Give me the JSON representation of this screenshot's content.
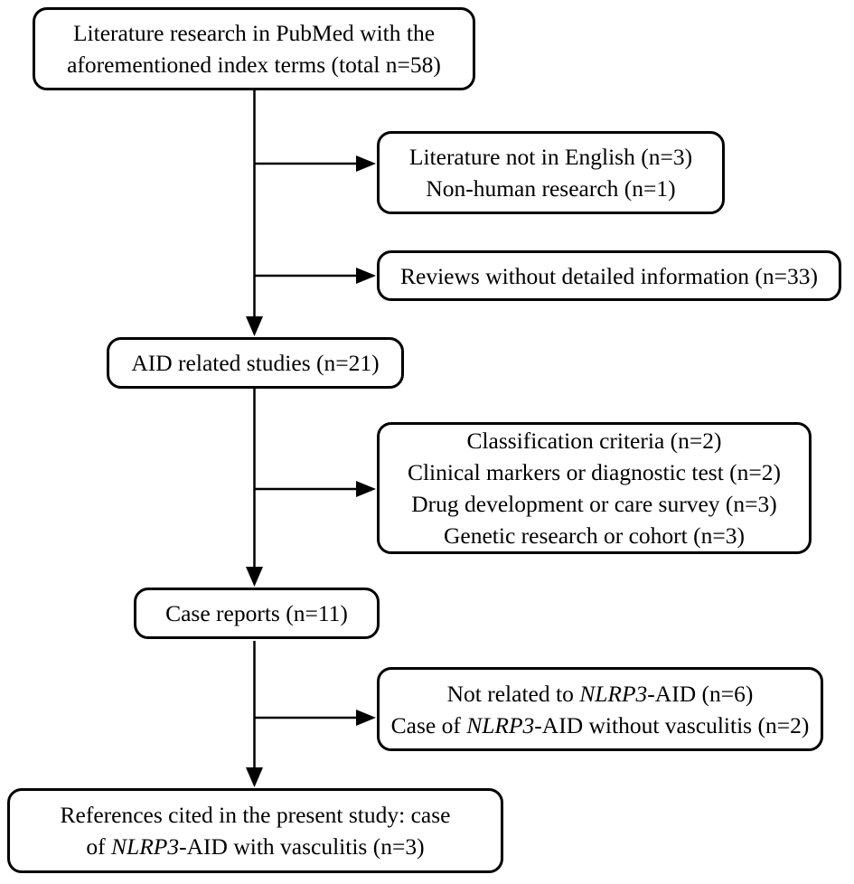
{
  "figure": {
    "type": "flowchart",
    "description": "Literature selection flow diagram",
    "colors": {
      "ink": "#000000",
      "background": "#ffffff"
    }
  },
  "boxes": {
    "pubmed_search": {
      "line1": "Literature research in PubMed with the",
      "line2": "aforementioned index terms (total n=58)"
    },
    "excluded_language": {
      "line1": "Literature not in English (n=3)",
      "line2": "Non-human research (n=1)"
    },
    "excluded_reviews": {
      "line1": "Reviews without detailed information (n=33)"
    },
    "aid_studies": {
      "line1": "AID related studies (n=21)"
    },
    "excluded_categories": {
      "line1": "Classification criteria (n=2)",
      "line2": "Clinical markers or diagnostic test (n=2)",
      "line3": "Drug development or care survey (n=3)",
      "line4": "Genetic research or cohort (n=3)"
    },
    "case_reports": {
      "line1": "Case reports (n=11)"
    },
    "excluded_nlrp3": {
      "line1_part1": "Not related to ",
      "line1_italic": "NLRP3",
      "line1_part2": "-AID (n=6)",
      "line2_part1": "Case of ",
      "line2_italic": "NLRP3",
      "line2_part2": "-AID without vasculitis (n=2)"
    },
    "final_references": {
      "line1": "References cited in the present study: case",
      "line2_part1": "of ",
      "line2_italic": "NLRP3",
      "line2_part2": "-AID with vasculitis (n=3)"
    }
  }
}
